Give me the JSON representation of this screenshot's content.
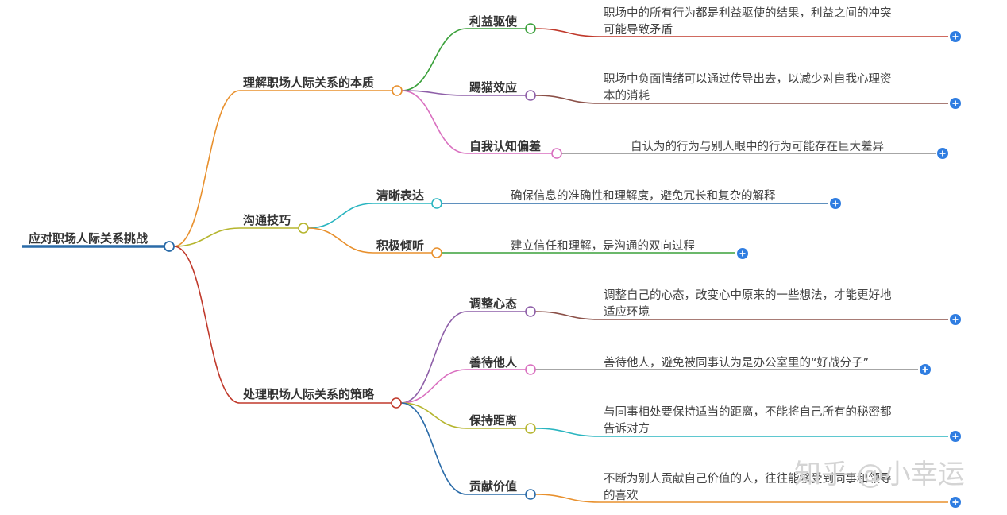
{
  "root": {
    "label": "应对职场人际关系挑战",
    "color": "#2a6ba8"
  },
  "branches": [
    {
      "id": "b1",
      "label": "理解职场人际关系的本质",
      "color": "#e8902d",
      "children": [
        {
          "id": "b1c1",
          "label": "利益驱使",
          "color": "#3aa03a",
          "lines": [
            "职场中的所有行为都是利益驱使的结果，利益之间的冲突",
            "可能导致矛盾"
          ],
          "line_color": "#c0392b"
        },
        {
          "id": "b1c2",
          "label": "踢猫效应",
          "color": "#8e5fa8",
          "lines": [
            "职场中负面情绪可以通过传导出去，以减少对自我心理资",
            "本的消耗"
          ],
          "line_color": "#8b5048"
        },
        {
          "id": "b1c3",
          "label": "自我认知偏差",
          "color": "#d96fbf",
          "lines": [
            "自认为的行为与别人眼中的行为可能存在巨大差异"
          ],
          "line_color": "#888888"
        }
      ]
    },
    {
      "id": "b2",
      "label": "沟通技巧",
      "color": "#b5b52d",
      "children": [
        {
          "id": "b2c1",
          "label": "清晰表达",
          "color": "#2ab5c0",
          "lines": [
            "确保信息的准确性和理解度，避免冗长和复杂的解释"
          ],
          "line_color": "#2a6ba8"
        },
        {
          "id": "b2c2",
          "label": "积极倾听",
          "color": "#e8902d",
          "lines": [
            "建立信任和理解，是沟通的双向过程"
          ],
          "line_color": "#3aa03a"
        }
      ]
    },
    {
      "id": "b3",
      "label": "处理职场人际关系的策略",
      "color": "#c0392b",
      "children": [
        {
          "id": "b3c1",
          "label": "调整心态",
          "color": "#8e5fa8",
          "lines": [
            "调整自己的心态，改变心中原来的一些想法，才能更好地",
            "适应环境"
          ],
          "line_color": "#8b5048"
        },
        {
          "id": "b3c2",
          "label": "善待他人",
          "color": "#d96fbf",
          "lines": [
            "善待他人，避免被同事认为是办公室里的“好战分子”"
          ],
          "line_color": "#888888"
        },
        {
          "id": "b3c3",
          "label": "保持距离",
          "color": "#b5b52d",
          "lines": [
            "与同事相处要保持适当的距离，不能将自己所有的秘密都",
            "告诉对方"
          ],
          "line_color": "#2ab5c0"
        },
        {
          "id": "b3c4",
          "label": "贡献价值",
          "color": "#2a6ba8",
          "lines": [
            "不断为别人贡献自己价值的人，往往能够受到同事和领导",
            "的喜欢"
          ],
          "line_color": "#e8902d"
        }
      ]
    }
  ],
  "expand_button_color": "#2f7de1",
  "watermark": "知乎 @小幸运"
}
